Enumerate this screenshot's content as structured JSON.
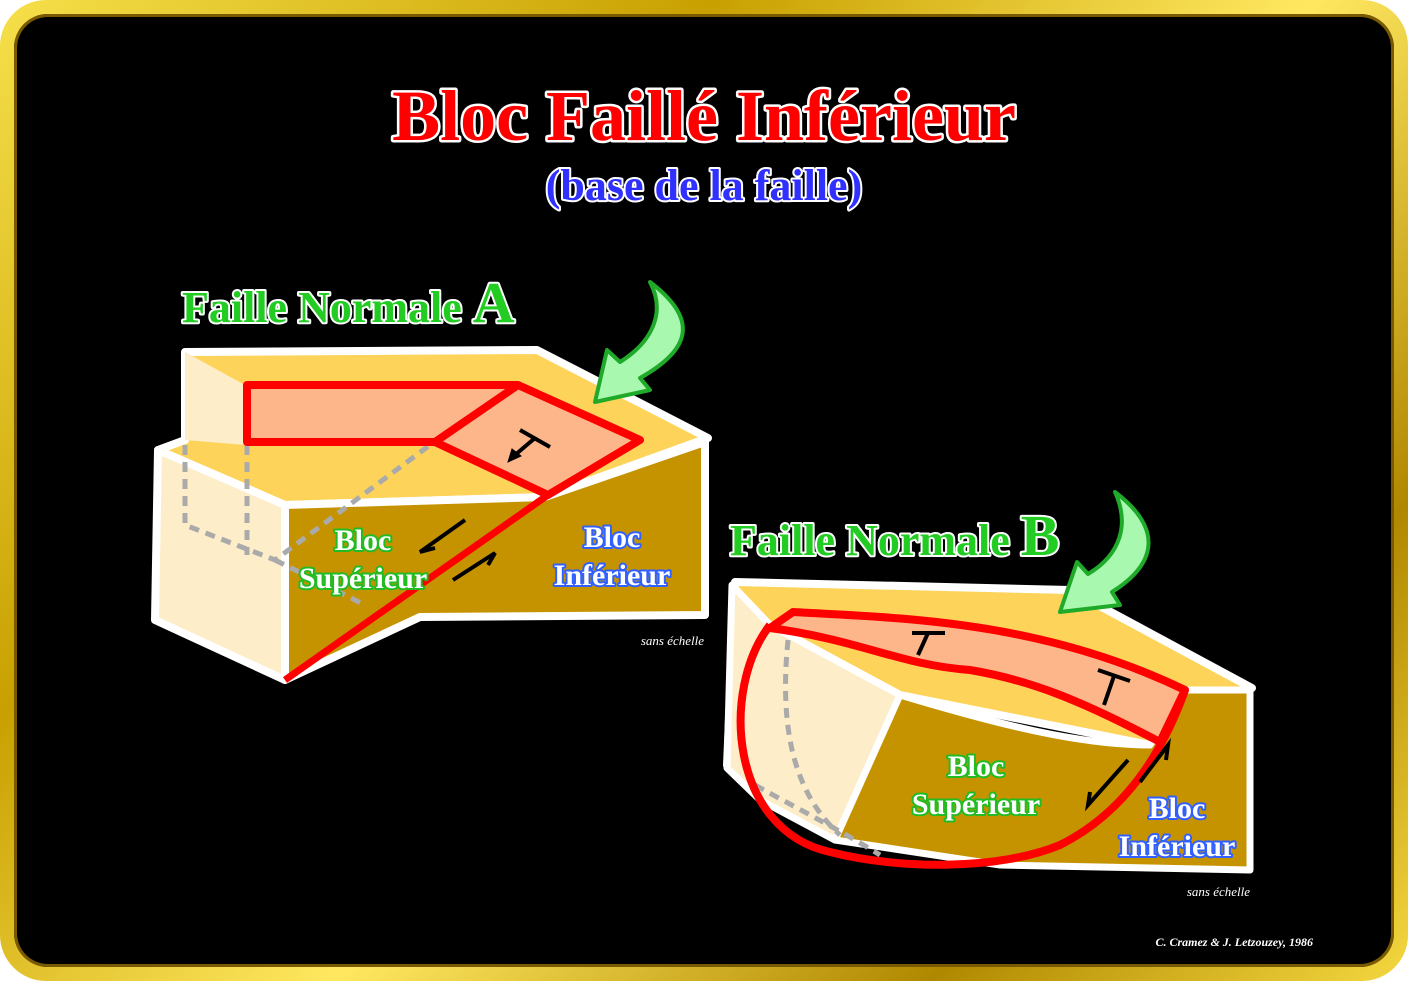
{
  "title": "Bloc Faillé Inférieur",
  "subtitle": "(base de la faille)",
  "fault_a": {
    "heading": "Faille Normale",
    "letter": "A",
    "hanging_wall": [
      "Bloc",
      "Supérieur"
    ],
    "footwall": [
      "Bloc",
      "Inférieur"
    ],
    "scale_note": "sans échelle"
  },
  "fault_b": {
    "heading": "Faille Normale",
    "letter": "B",
    "hanging_wall": [
      "Bloc",
      "Supérieur"
    ],
    "footwall": [
      "Bloc",
      "Inférieur"
    ],
    "scale_note": "sans échelle"
  },
  "credit": "C. Cramez & J. Letzouzey, 1986",
  "colors": {
    "fault": "#ff0000",
    "top_face": "#fdd35a",
    "side_face": "#c69300",
    "light_face": "#fdedc8",
    "fault_plane": "#fdb58a",
    "pointer": "#a8f8b0"
  }
}
